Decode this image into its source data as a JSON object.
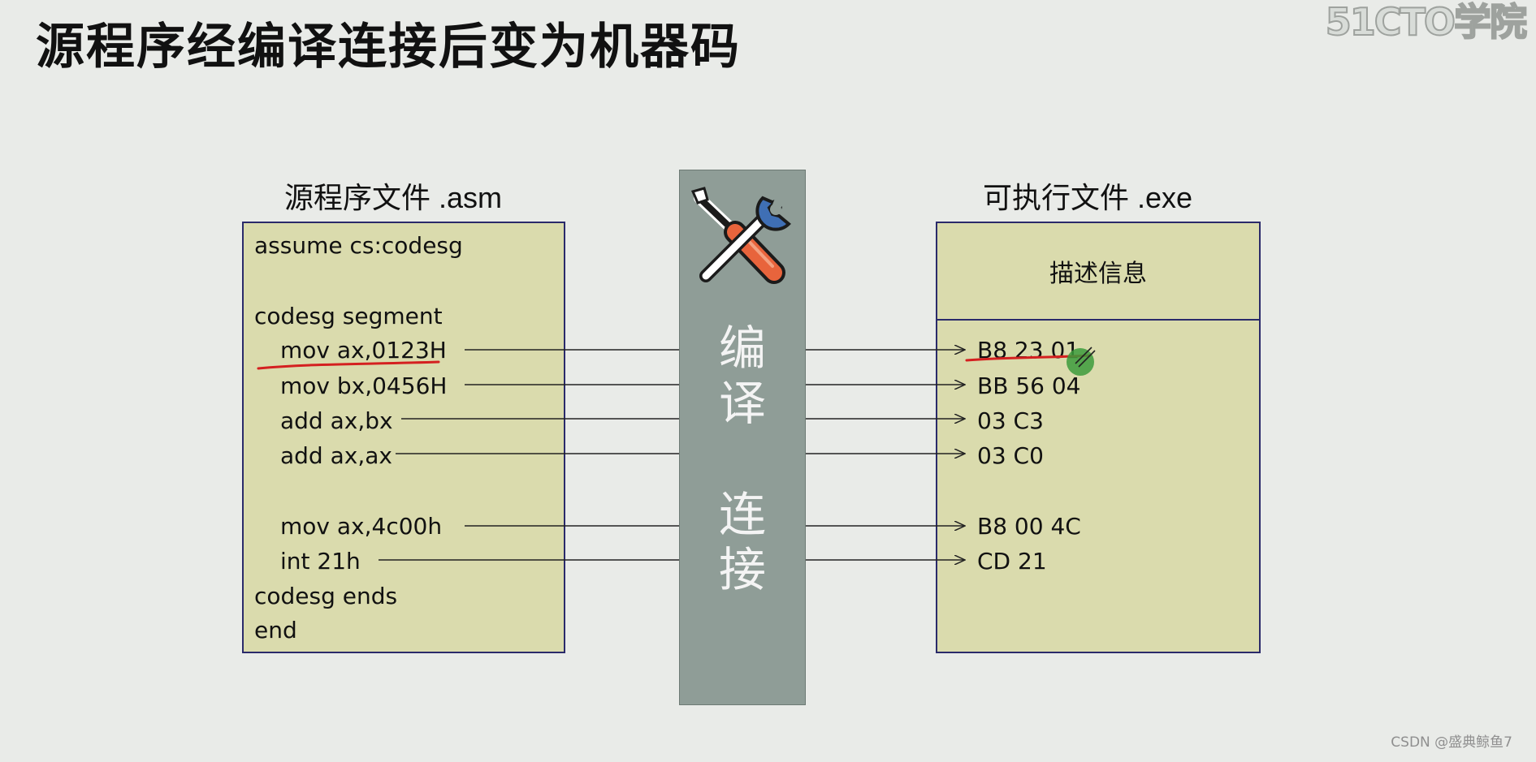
{
  "title": "源程序经编译连接后变为机器码",
  "logo": "51CTO学院",
  "watermark": "CSDN @盛典鲸鱼7",
  "source_file": {
    "caption": "源程序文件 .asm",
    "lines": [
      "assume cs:codesg",
      "codesg segment",
      "mov ax,0123H",
      "mov bx,0456H",
      "add ax,bx",
      "add ax,ax",
      "mov ax,4c00h",
      "int 21h",
      "codesg ends",
      "end"
    ]
  },
  "center": {
    "icon": "tools-icon",
    "compile_chars": [
      "编",
      "译"
    ],
    "link_chars": [
      "连",
      "接"
    ]
  },
  "exe_file": {
    "caption": "可执行文件 .exe",
    "header": "描述信息",
    "lines": [
      "B8 23 01",
      "BB 56 04",
      "03 C3",
      "03 C0",
      "B8 00 4C",
      "CD 21"
    ]
  },
  "colors": {
    "box_fill": "#dadbad",
    "box_border": "#2a2a6a",
    "bar_fill": "#8f9d97",
    "annotation_red": "#d42020",
    "cursor_green": "#3c9b3c"
  }
}
